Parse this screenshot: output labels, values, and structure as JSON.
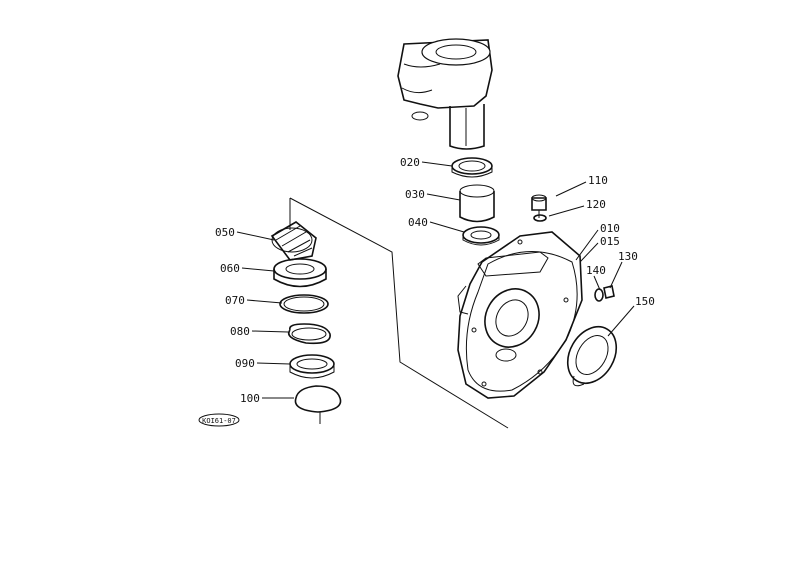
{
  "diagram": {
    "stamp": "KOI61-07",
    "parts": [
      {
        "id": "p010",
        "label": "010"
      },
      {
        "id": "p015",
        "label": "015"
      },
      {
        "id": "p020",
        "label": "020"
      },
      {
        "id": "p030",
        "label": "030"
      },
      {
        "id": "p040",
        "label": "040"
      },
      {
        "id": "p050",
        "label": "050"
      },
      {
        "id": "p060",
        "label": "060"
      },
      {
        "id": "p070",
        "label": "070"
      },
      {
        "id": "p080",
        "label": "080"
      },
      {
        "id": "p090",
        "label": "090"
      },
      {
        "id": "p100",
        "label": "100"
      },
      {
        "id": "p110",
        "label": "110"
      },
      {
        "id": "p120",
        "label": "120"
      },
      {
        "id": "p130",
        "label": "130"
      },
      {
        "id": "p140",
        "label": "140"
      },
      {
        "id": "p150",
        "label": "150"
      }
    ]
  }
}
